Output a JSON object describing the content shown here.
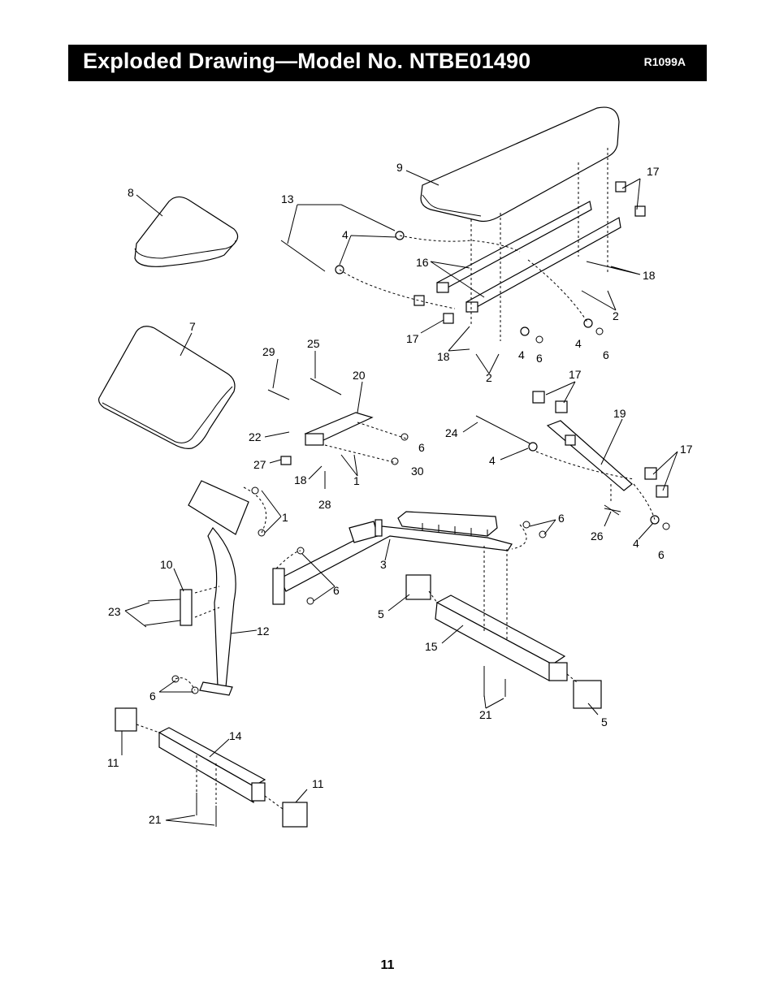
{
  "header": {
    "title": "Exploded Drawing—Model No. NTBE01490",
    "code": "R1099A"
  },
  "callouts": {
    "c1a": "1",
    "c1b": "1",
    "c2a": "2",
    "c2b": "2",
    "c3": "3",
    "c4a": "4",
    "c4b": "4",
    "c4c": "4",
    "c4d": "4",
    "c4e": "4",
    "c5a": "5",
    "c5b": "5",
    "c6a": "6",
    "c6b": "6",
    "c6c": "6",
    "c6d": "6",
    "c6e": "6",
    "c6f": "6",
    "c6g": "6",
    "c7": "7",
    "c8": "8",
    "c9": "9",
    "c10": "10",
    "c11a": "11",
    "c11b": "11",
    "c12": "12",
    "c13": "13",
    "c14": "14",
    "c15": "15",
    "c16": "16",
    "c17a": "17",
    "c17b": "17",
    "c17c": "17",
    "c17d": "17",
    "c18a": "18",
    "c18b": "18",
    "c18c": "18",
    "c19": "19",
    "c20": "20",
    "c21a": "21",
    "c21b": "21",
    "c22": "22",
    "c23": "23",
    "c24": "24",
    "c25": "25",
    "c26": "26",
    "c27": "27",
    "c28": "28",
    "c29": "29",
    "c30": "30"
  },
  "footer": {
    "page_number": "11"
  }
}
